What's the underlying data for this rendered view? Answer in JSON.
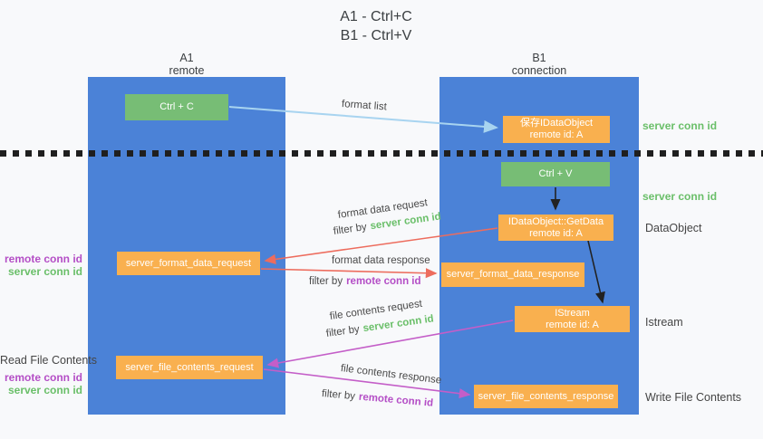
{
  "title": {
    "line1": "A1 - Ctrl+C",
    "line2": "B1 - Ctrl+V"
  },
  "lanes": {
    "a1": {
      "name": "A1",
      "sub": "remote"
    },
    "b1": {
      "name": "B1",
      "sub": "connection"
    }
  },
  "nodes": {
    "ctrl_c": "Ctrl + C",
    "ctrl_v": "Ctrl + V",
    "save_idataobject": {
      "line1": "保存IDataObject",
      "line2": "remote id: A"
    },
    "getdata": {
      "line1": "IDataObject::GetData",
      "line2": "remote id: A"
    },
    "istream": {
      "line1": "IStream",
      "line2": "remote id: A"
    },
    "format_request": "server_format_data_request",
    "format_response": "server_format_data_response",
    "file_request": "server_file_contents_request",
    "file_response": "server_file_contents_response"
  },
  "arrow_labels": {
    "format_list": "format list",
    "format_data_request": "format data request",
    "format_data_response": "format data response",
    "file_contents_request": "file contents request",
    "file_contents_response": "file contents response",
    "filter_by": "filter by",
    "server_conn_id": "server conn id",
    "remote_conn_id": "remote conn id"
  },
  "side_labels": {
    "server_conn_id_top": "server conn id",
    "server_conn_id_mid": "server conn id",
    "dataobject": "DataObject",
    "istream": "Istream",
    "write_file_contents": "Write File Contents",
    "read_file_contents": "Read File Contents",
    "remote_conn_id_left1": "remote conn id",
    "server_conn_id_left1": "server conn id",
    "remote_conn_id_left2": "remote conn id",
    "server_conn_id_left2": "server conn id"
  },
  "colors": {
    "lane_blue": "#4b82d7",
    "node_green": "#77bd75",
    "node_orange": "#f9b04f",
    "arrow_light_blue": "#a8d4f0",
    "arrow_red": "#ed6c5d",
    "arrow_magenta": "#c45ec8",
    "arrow_black": "#222222",
    "text_green": "#6abf69",
    "text_purple": "#b44ec6",
    "background": "#f8f9fb"
  }
}
